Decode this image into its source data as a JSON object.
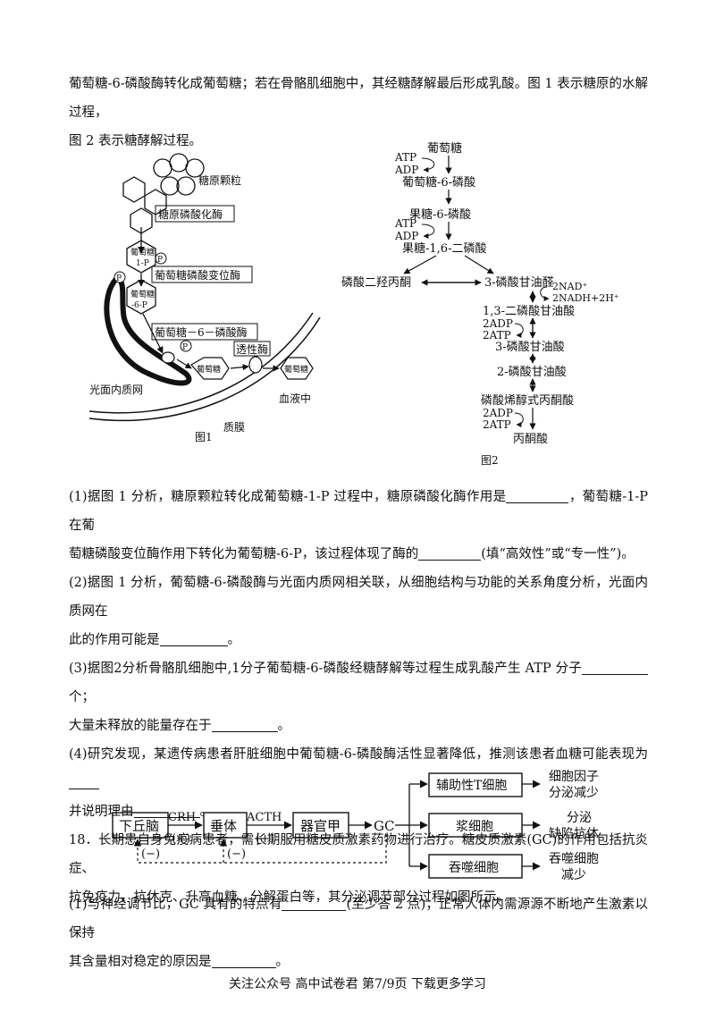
{
  "intro": {
    "line1": "葡萄糖-6-磷酸酶转化成葡萄糖；若在骨骼肌细胞中，其经糖酵解最后形成乳酸。图 1 表示糖原的水解过程，",
    "line2": "图 2 表示糖酵解过程。"
  },
  "figure1": {
    "caption": "图1",
    "glycogen": "糖原颗粒",
    "enzyme1": "糖原磷酸化酶",
    "g1p": [
      "葡萄糖",
      "1-P"
    ],
    "enzyme2": "葡萄糖磷酸变位酶",
    "g6p": [
      "葡萄糖",
      "-6-P"
    ],
    "enzyme3": "葡萄糖－6－磷酸酶",
    "permease": "透性酶",
    "glucose": "葡萄糖",
    "p": "P",
    "er": "光面内质网",
    "membrane": "质膜",
    "blood": "血液中"
  },
  "figure2": {
    "caption": "图2",
    "glucose": "葡萄糖",
    "atp": "ATP",
    "adp": "ADP",
    "g6p": "葡萄糖-6-磷酸",
    "f6p": "果糖-6-磷酸",
    "f16bp": "果糖-1,6-二磷酸",
    "dhap": "磷酸二羟丙酮",
    "g3p": "3-磷酸甘油醛",
    "nad": "2NAD⁺",
    "nadh": "2NADH+2H⁺",
    "bpg": "1,3-二磷酸甘油酸",
    "adp2": "2ADP",
    "atp2": "2ATP",
    "pg3": "3-磷酸甘油酸",
    "pg2": "2-磷酸甘油酸",
    "pep": "磷酸烯醇式丙酮酸",
    "pyruvate": "丙酮酸"
  },
  "questions": {
    "q1a": "(1)据图 1 分析，糖原颗粒转化成葡萄糖-1-P 过程中，糖原磷酸化酶作用是",
    "q1b": "，葡萄糖-1-P 在葡",
    "q1c": "萄糖磷酸变位酶作用下转化为葡萄糖-6-P，该过程体现了酶的",
    "q1d": "(填“高效性”或“专一性”)。",
    "q2a": "(2)据图 1 分析，葡萄糖-6-磷酸酶与光面内质网相关联，从细胞结构与功能的关系角度分析，光面内质网在",
    "q2b": "此的作用可能是",
    "q2c": "。",
    "q3a": "(3)据图2分析骨骼肌细胞中,1分子葡萄糖-6-磷酸经糖酵解等过程生成乳酸产生 ATP 分子",
    "q3b": "个；",
    "q3c": "大量未释放的能量存在于",
    "q3d": "。",
    "q4a": "(4)研究发现，某遗传病患者肝脏细胞中葡萄糖-6-磷酸酶活性显著降低，推测该患者血糖可能表现为",
    "q4b": "并说明理由",
    "q4c": "。",
    "q18a": "18．长期患自身免疫病患者，需长期服用糖皮质激素药物进行治疗。糖皮质激素(GC)的作用包括抗炎症、",
    "q18b": "抗免疫力、抗休克、升高血糖、分解蛋白等，其分泌调节部分过程如图所示。",
    "q18_1a": "(1)与神经调节比，GC 具有的特点有",
    "q18_1b": "(至少答 2 点)；正常人体内需源源不断地产生激素以保持",
    "q18_1c": "其含量相对稳定的原因是",
    "q18_1d": "。"
  },
  "figure3": {
    "hypothalamus": "下丘脑",
    "pituitary": "垂体",
    "organ": "器官甲",
    "crh": "CRH",
    "acth": "ACTH",
    "plus": "(+)",
    "minus": "(−)",
    "gc": "GC",
    "th": "辅助性T细胞",
    "plasma": "浆细胞",
    "macro": "吞噬细胞",
    "effect1a": "细胞因子",
    "effect1b": "分泌减少",
    "effect2a": "分泌",
    "effect2b": "缺陷抗体",
    "effect3a": "吞噬细胞",
    "effect3b": "减少"
  },
  "footer": "关注公众号 高中试卷君 第7/9页 下载更多学习"
}
